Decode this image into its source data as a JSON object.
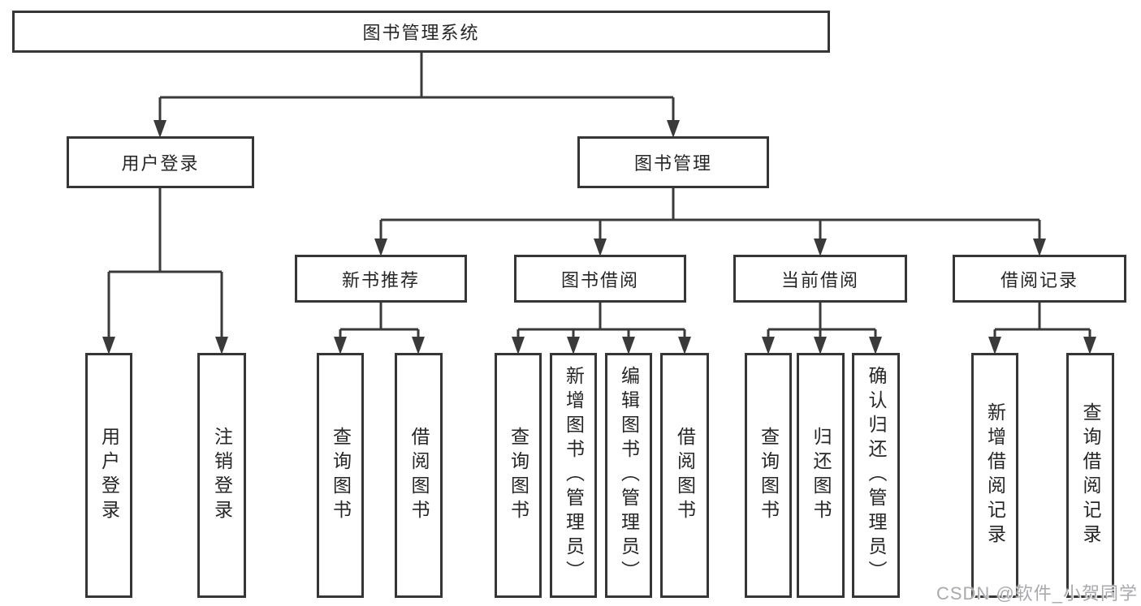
{
  "diagram": {
    "root_label": "图书管理系统",
    "branches": [
      {
        "label": "用户登录",
        "leaves": [
          "用户登录",
          "注销登录"
        ]
      },
      {
        "label": "图书管理",
        "groups": [
          {
            "label": "新书推荐",
            "leaves": [
              "查询图书",
              "借阅图书"
            ]
          },
          {
            "label": "图书借阅",
            "leaves": [
              "查询图书",
              "新增图书（管理员）",
              "编辑图书（管理员）",
              "借阅图书"
            ]
          },
          {
            "label": "当前借阅",
            "leaves": [
              "查询图书",
              "归还图书",
              "确认归还（管理员）"
            ]
          },
          {
            "label": "借阅记录",
            "leaves": [
              "新增借阅记录",
              "查询借阅记录"
            ]
          }
        ]
      }
    ]
  },
  "watermark": {
    "text": "CSDN @软件_小贺同学"
  },
  "colors": {
    "line": "#3a3a3a",
    "border": "#363636",
    "text": "#262626",
    "watermark": "#aaaaae",
    "background": "#ffffff"
  }
}
